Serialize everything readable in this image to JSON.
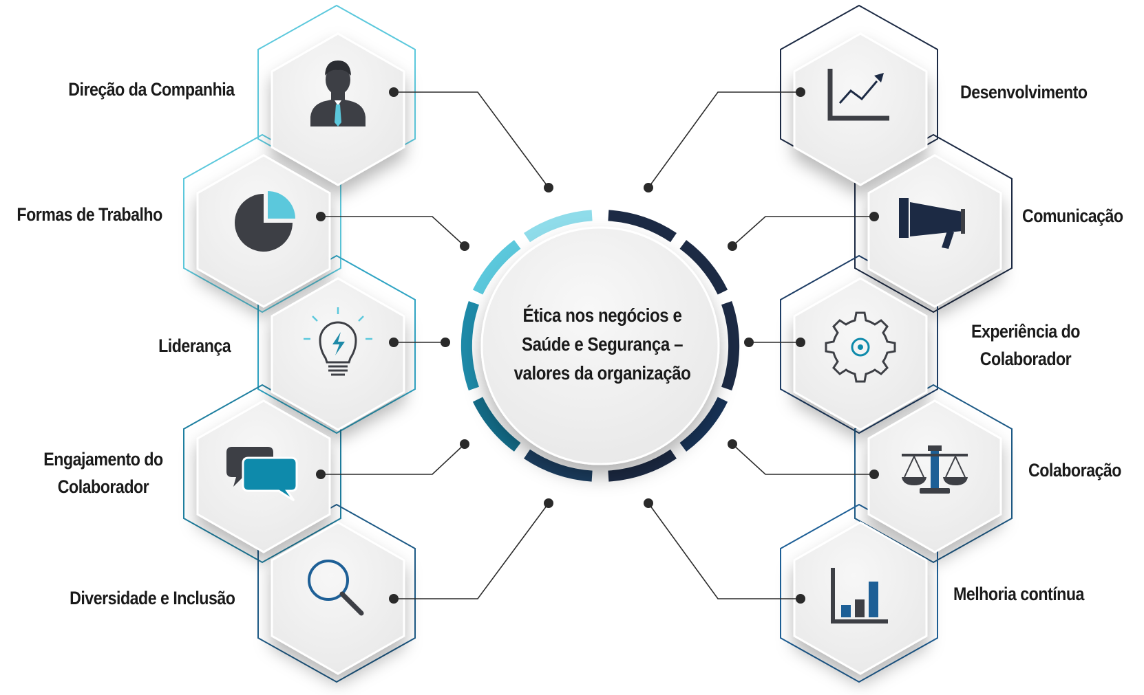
{
  "center": {
    "lines": [
      "Ética nos negócios e",
      "Saúde e Segurança –",
      "valores da organização"
    ]
  },
  "left_items": [
    {
      "label_lines": [
        "Direção da Companhia"
      ],
      "icon": "businessman-icon"
    },
    {
      "label_lines": [
        "Formas de Trabalho"
      ],
      "icon": "pie-chart-icon"
    },
    {
      "label_lines": [
        "Liderança"
      ],
      "icon": "lightbulb-icon"
    },
    {
      "label_lines": [
        "Engajamento do",
        "Colaborador"
      ],
      "icon": "chat-bubbles-icon"
    },
    {
      "label_lines": [
        "Diversidade e Inclusão"
      ],
      "icon": "magnifier-icon"
    }
  ],
  "right_items": [
    {
      "label_lines": [
        "Desenvolvimento"
      ],
      "icon": "growth-chart-icon"
    },
    {
      "label_lines": [
        "Comunicação"
      ],
      "icon": "megaphone-icon"
    },
    {
      "label_lines": [
        "Experiência do",
        "Colaborador"
      ],
      "icon": "gear-icon"
    },
    {
      "label_lines": [
        "Colaboração"
      ],
      "icon": "scale-icon"
    },
    {
      "label_lines": [
        "Melhoria contínua"
      ],
      "icon": "bar-chart-icon"
    }
  ],
  "colors": {
    "light_teal": "#5bc8dc",
    "mid_teal": "#1e7fa0",
    "dark_navy": "#1c2a44",
    "hex_fill": "#f1f1f1",
    "icon_dark": "#3d3f45",
    "icon_accent_teal": "#0e8aab",
    "icon_accent_blue": "#1d5f96"
  }
}
